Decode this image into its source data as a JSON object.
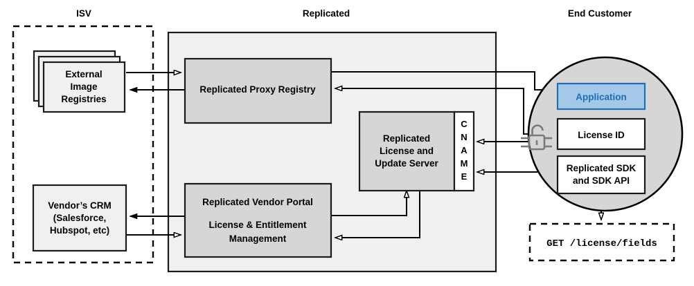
{
  "zones": {
    "isv": {
      "label": "ISV"
    },
    "replicated": {
      "label": "Replicated"
    },
    "end_customer": {
      "label": "End Customer"
    }
  },
  "boxes": {
    "external_image_registries": {
      "lines": [
        "External",
        "Image",
        "Registries"
      ]
    },
    "vendors_crm": {
      "lines": [
        "Vendor’s CRM",
        "(Salesforce,",
        "Hubspot, etc)"
      ]
    },
    "proxy_registry": {
      "lines": [
        "Replicated Proxy Registry"
      ]
    },
    "license_update_server": {
      "lines": [
        "Replicated",
        "License and",
        "Update Server"
      ]
    },
    "cname": {
      "letters": [
        "C",
        "N",
        "A",
        "M",
        "E"
      ]
    },
    "vendor_portal": {
      "lines": [
        "Replicated Vendor Portal",
        "License & Entitlement",
        "Management"
      ]
    },
    "application": {
      "lines": [
        "Application"
      ]
    },
    "license_id": {
      "lines": [
        "License ID"
      ]
    },
    "replicated_sdk": {
      "lines": [
        "Replicated SDK",
        "and SDK API"
      ]
    },
    "api_request": {
      "lines": [
        "GET /license/fields"
      ]
    }
  },
  "icons": {
    "unlocked_padlock": "unlocked-padlock-icon"
  },
  "colors": {
    "panel_fill": "#f0f0f0",
    "box_fill": "#d6d6d6",
    "light_box_fill": "#f0f0f0",
    "white_fill": "#ffffff",
    "circle_fill": "#d6d6d6",
    "application_fill": "#a4c9e8",
    "application_stroke": "#1f6eb4",
    "application_text": "#1f6eb4",
    "line": "#000000",
    "lock": "#7a7a7a"
  }
}
